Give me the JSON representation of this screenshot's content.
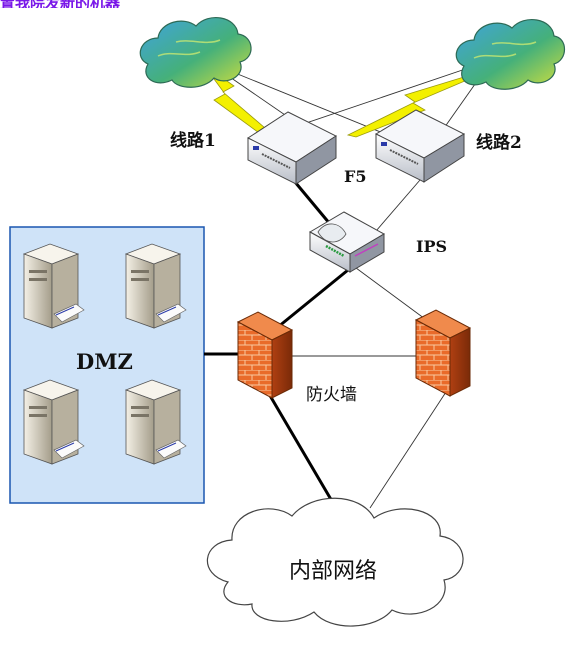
{
  "top_title": "置我院发新的机器",
  "labels": {
    "line1": "线路1",
    "line2": "线路2",
    "f5": "F5",
    "ips": "IPS",
    "dmz": "DMZ",
    "firewall": "防火墙",
    "internal_network": "内部网络"
  },
  "colors": {
    "dmz_fill": "#cfe3f8",
    "dmz_border": "#1a56b0",
    "firewall_brick": "#e86a28",
    "lightning": "#f3f000",
    "title": "#7a18e8"
  }
}
